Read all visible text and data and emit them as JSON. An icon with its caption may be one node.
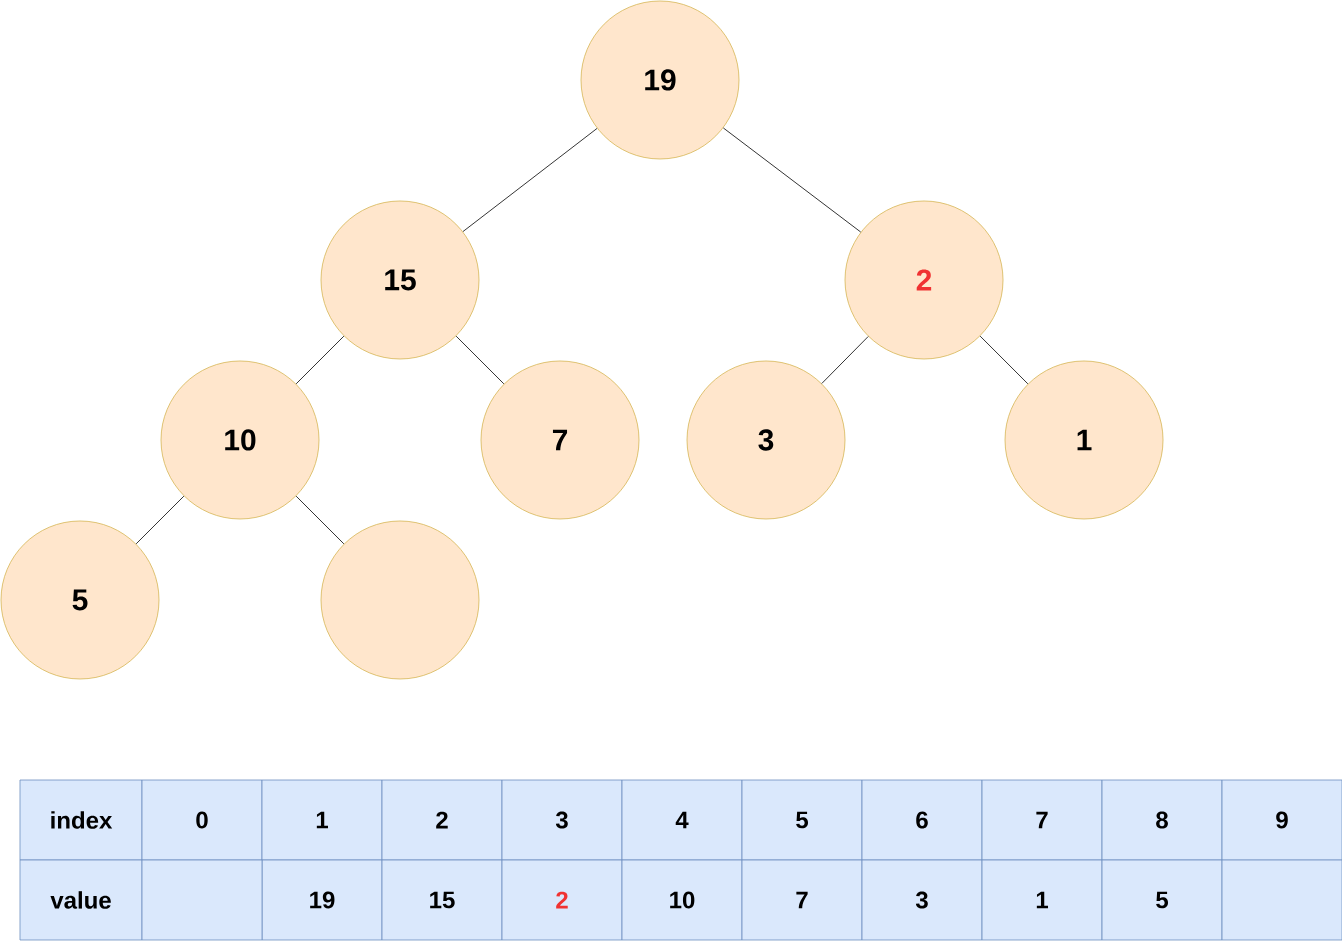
{
  "diagram": {
    "nodes": [
      {
        "text": [
          "19"
        ]
      },
      {
        "text": [
          "15"
        ]
      },
      {
        "text": [
          "2"
        ]
      },
      {
        "text": [
          "10"
        ]
      },
      {
        "text": [
          "7"
        ]
      },
      {
        "text": [
          "3"
        ]
      },
      {
        "text": [
          "1"
        ]
      },
      {
        "text": [
          "5"
        ]
      },
      {
        "text": [],
        "shape": "circle"
      }
    ],
    "edges": [
      {
        "from": 0,
        "to": 1,
        "arrow": "none"
      },
      {
        "from": 0,
        "to": 2,
        "arrow": "none"
      },
      {
        "from": 1,
        "to": 3,
        "arrow": "none"
      },
      {
        "from": 1,
        "to": 4,
        "arrow": "none"
      },
      {
        "from": 2,
        "to": 5,
        "arrow": "none"
      },
      {
        "from": 2,
        "to": 6,
        "arrow": "none"
      },
      {
        "from": 3,
        "to": 7,
        "arrow": "none"
      },
      {
        "from": 3,
        "to": 8,
        "arrow": "none"
      }
    ],
    "labels": [
      "index",
      "0",
      "1",
      "2",
      "3",
      "4",
      "5",
      "6",
      "7",
      "8",
      "9",
      "value",
      "19",
      "15",
      "2",
      "10",
      "7",
      "3",
      "1",
      "5"
    ]
  }
}
